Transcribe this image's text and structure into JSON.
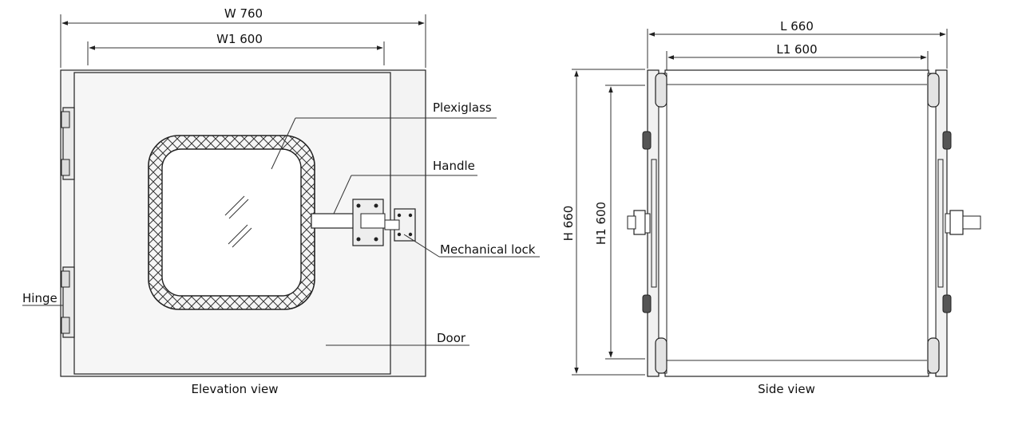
{
  "elevation_view": {
    "caption": "Elevation view",
    "dim_width": "W 760",
    "dim_inner_width": "W1 600",
    "labels": {
      "plexiglass": "Plexiglass",
      "handle": "Handle",
      "mechanical_lock": "Mechanical lock",
      "hinge": "Hinge",
      "door": "Door"
    }
  },
  "side_view": {
    "caption": "Side view",
    "dim_length": "L 660",
    "dim_inner_length": "L1 600",
    "dim_height": "H 660",
    "dim_inner_height": "H1 600"
  }
}
